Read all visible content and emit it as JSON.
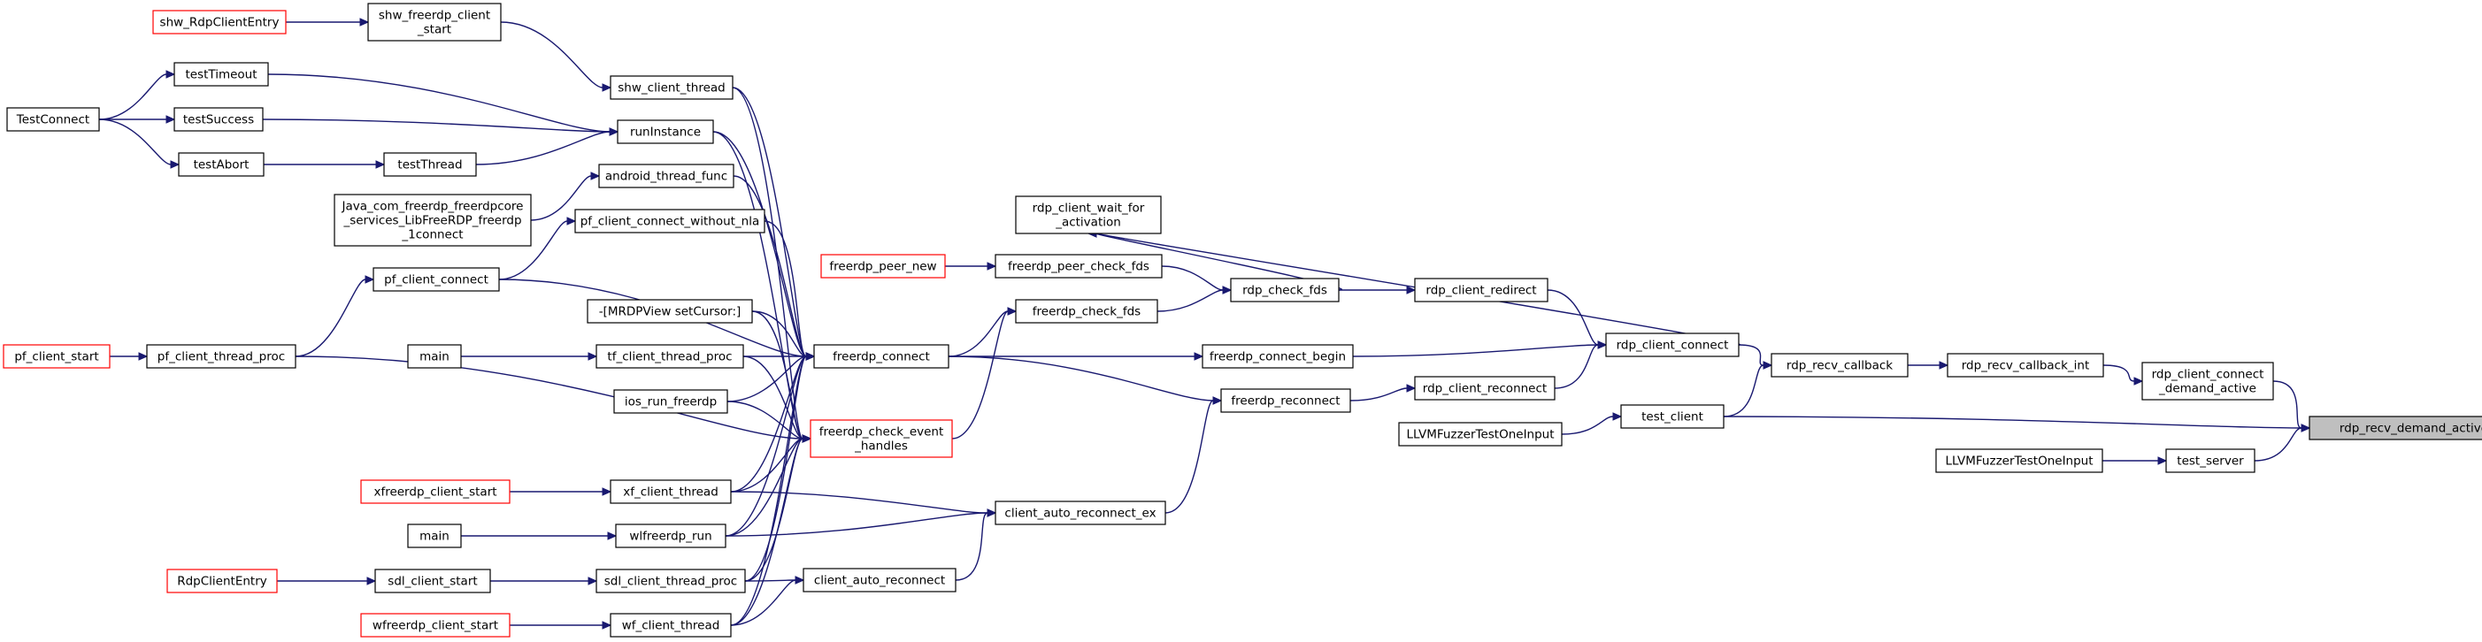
{
  "nodes": [
    {
      "id": "n1",
      "lines": [
        "rdp_recv_demand_active"
      ],
      "style": "current"
    },
    {
      "id": "n2",
      "lines": [
        "rdp_client_connect",
        "_demand_active"
      ],
      "style": "normal"
    },
    {
      "id": "n3",
      "lines": [
        "rdp_recv_callback_int"
      ],
      "style": "normal"
    },
    {
      "id": "n4",
      "lines": [
        "rdp_recv_callback"
      ],
      "style": "normal"
    },
    {
      "id": "n5",
      "lines": [
        "rdp_client_connect"
      ],
      "style": "normal"
    },
    {
      "id": "n6",
      "lines": [
        "rdp_client_redirect"
      ],
      "style": "normal"
    },
    {
      "id": "n7",
      "lines": [
        "rdp_check_fds"
      ],
      "style": "normal"
    },
    {
      "id": "n8",
      "lines": [
        "rdp_client_wait_for",
        "_activation"
      ],
      "style": "normal"
    },
    {
      "id": "n9",
      "lines": [
        "freerdp_peer_check_fds"
      ],
      "style": "normal"
    },
    {
      "id": "n10",
      "lines": [
        "freerdp_peer_new"
      ],
      "style": "red"
    },
    {
      "id": "n11",
      "lines": [
        "freerdp_check_fds"
      ],
      "style": "normal"
    },
    {
      "id": "n12",
      "lines": [
        "freerdp_connect_begin"
      ],
      "style": "normal"
    },
    {
      "id": "n13",
      "lines": [
        "freerdp_connect"
      ],
      "style": "normal"
    },
    {
      "id": "n14",
      "lines": [
        "rdp_client_reconnect"
      ],
      "style": "normal"
    },
    {
      "id": "n15",
      "lines": [
        "freerdp_reconnect"
      ],
      "style": "normal"
    },
    {
      "id": "n16",
      "lines": [
        "client_auto_reconnect_ex"
      ],
      "style": "normal"
    },
    {
      "id": "n17",
      "lines": [
        "client_auto_reconnect"
      ],
      "style": "normal"
    },
    {
      "id": "n18",
      "lines": [
        "freerdp_check_event",
        "_handles"
      ],
      "style": "red"
    },
    {
      "id": "n19",
      "lines": [
        "test_client"
      ],
      "style": "normal"
    },
    {
      "id": "n20",
      "lines": [
        "LLVMFuzzerTestOneInput"
      ],
      "style": "normal"
    },
    {
      "id": "n21",
      "lines": [
        "test_server"
      ],
      "style": "normal"
    },
    {
      "id": "n22",
      "lines": [
        "LLVMFuzzerTestOneInput"
      ],
      "style": "normal"
    },
    {
      "id": "n23",
      "lines": [
        "shw_client_thread"
      ],
      "style": "normal"
    },
    {
      "id": "n24",
      "lines": [
        "shw_freerdp_client",
        "_start"
      ],
      "style": "normal"
    },
    {
      "id": "n25",
      "lines": [
        "shw_RdpClientEntry"
      ],
      "style": "red"
    },
    {
      "id": "n26",
      "lines": [
        "runInstance"
      ],
      "style": "normal"
    },
    {
      "id": "n27",
      "lines": [
        "testTimeout"
      ],
      "style": "normal"
    },
    {
      "id": "n28",
      "lines": [
        "testSuccess"
      ],
      "style": "normal"
    },
    {
      "id": "n29",
      "lines": [
        "testThread"
      ],
      "style": "normal"
    },
    {
      "id": "n30",
      "lines": [
        "testAbort"
      ],
      "style": "normal"
    },
    {
      "id": "n31",
      "lines": [
        "TestConnect"
      ],
      "style": "normal"
    },
    {
      "id": "n32",
      "lines": [
        "android_thread_func"
      ],
      "style": "normal"
    },
    {
      "id": "n33",
      "lines": [
        "Java_com_freerdp_freerdpcore",
        "_services_LibFreeRDP_freerdp",
        "_1connect"
      ],
      "style": "normal"
    },
    {
      "id": "n34",
      "lines": [
        "pf_client_connect_without_nla"
      ],
      "style": "normal"
    },
    {
      "id": "n35",
      "lines": [
        "pf_client_connect"
      ],
      "style": "normal"
    },
    {
      "id": "n36",
      "lines": [
        "pf_client_thread_proc"
      ],
      "style": "normal"
    },
    {
      "id": "n37",
      "lines": [
        "pf_client_start"
      ],
      "style": "red"
    },
    {
      "id": "n38",
      "lines": [
        "-[MRDPView setCursor:]"
      ],
      "style": "normal"
    },
    {
      "id": "n39",
      "lines": [
        "tf_client_thread_proc"
      ],
      "style": "normal"
    },
    {
      "id": "n40",
      "lines": [
        "main"
      ],
      "style": "normal"
    },
    {
      "id": "n41",
      "lines": [
        "ios_run_freerdp"
      ],
      "style": "normal"
    },
    {
      "id": "n42",
      "lines": [
        "xf_client_thread"
      ],
      "style": "normal"
    },
    {
      "id": "n43",
      "lines": [
        "xfreerdp_client_start"
      ],
      "style": "red"
    },
    {
      "id": "n44",
      "lines": [
        "wlfreerdp_run"
      ],
      "style": "normal"
    },
    {
      "id": "n45",
      "lines": [
        "main"
      ],
      "style": "normal"
    },
    {
      "id": "n46",
      "lines": [
        "sdl_client_thread_proc"
      ],
      "style": "normal"
    },
    {
      "id": "n47",
      "lines": [
        "sdl_client_start"
      ],
      "style": "normal"
    },
    {
      "id": "n48",
      "lines": [
        "RdpClientEntry"
      ],
      "style": "red"
    },
    {
      "id": "n49",
      "lines": [
        "wf_client_thread"
      ],
      "style": "normal"
    },
    {
      "id": "n50",
      "lines": [
        "wfreerdp_client_start"
      ],
      "style": "red"
    }
  ],
  "edges": [
    [
      "n2",
      "n1"
    ],
    [
      "n19",
      "n1"
    ],
    [
      "n21",
      "n1"
    ],
    [
      "n3",
      "n2"
    ],
    [
      "n4",
      "n3"
    ],
    [
      "n5",
      "n4"
    ],
    [
      "n19",
      "n4"
    ],
    [
      "n6",
      "n5"
    ],
    [
      "n12",
      "n5"
    ],
    [
      "n14",
      "n5"
    ],
    [
      "n7",
      "n6"
    ],
    [
      "n9",
      "n7"
    ],
    [
      "n11",
      "n7"
    ],
    [
      "n10",
      "n9"
    ],
    [
      "n5",
      "n8"
    ],
    [
      "n7",
      "n8"
    ],
    [
      "n13",
      "n12"
    ],
    [
      "n15",
      "n14"
    ],
    [
      "n16",
      "n15"
    ],
    [
      "n13",
      "n15"
    ],
    [
      "n17",
      "n16"
    ],
    [
      "n42",
      "n16"
    ],
    [
      "n44",
      "n16"
    ],
    [
      "n46",
      "n17"
    ],
    [
      "n49",
      "n17"
    ],
    [
      "n18",
      "n11"
    ],
    [
      "n13",
      "n11"
    ],
    [
      "n20",
      "n19"
    ],
    [
      "n22",
      "n21"
    ],
    [
      "n23",
      "n13"
    ],
    [
      "n26",
      "n13"
    ],
    [
      "n32",
      "n13"
    ],
    [
      "n34",
      "n13"
    ],
    [
      "n35",
      "n13"
    ],
    [
      "n38",
      "n13"
    ],
    [
      "n39",
      "n13"
    ],
    [
      "n41",
      "n13"
    ],
    [
      "n42",
      "n13"
    ],
    [
      "n44",
      "n13"
    ],
    [
      "n46",
      "n13"
    ],
    [
      "n49",
      "n13"
    ],
    [
      "n23",
      "n18"
    ],
    [
      "n26",
      "n18"
    ],
    [
      "n36",
      "n18"
    ],
    [
      "n38",
      "n18"
    ],
    [
      "n39",
      "n18"
    ],
    [
      "n41",
      "n18"
    ],
    [
      "n42",
      "n18"
    ],
    [
      "n44",
      "n18"
    ],
    [
      "n46",
      "n18"
    ],
    [
      "n49",
      "n18"
    ],
    [
      "n24",
      "n23"
    ],
    [
      "n25",
      "n24"
    ],
    [
      "n27",
      "n26"
    ],
    [
      "n28",
      "n26"
    ],
    [
      "n29",
      "n26"
    ],
    [
      "n30",
      "n29"
    ],
    [
      "n31",
      "n27"
    ],
    [
      "n31",
      "n28"
    ],
    [
      "n31",
      "n30"
    ],
    [
      "n33",
      "n32"
    ],
    [
      "n35",
      "n34"
    ],
    [
      "n36",
      "n35"
    ],
    [
      "n37",
      "n36"
    ],
    [
      "n40",
      "n39"
    ],
    [
      "n43",
      "n42"
    ],
    [
      "n45",
      "n44"
    ],
    [
      "n47",
      "n46"
    ],
    [
      "n48",
      "n47"
    ],
    [
      "n50",
      "n49"
    ]
  ]
}
